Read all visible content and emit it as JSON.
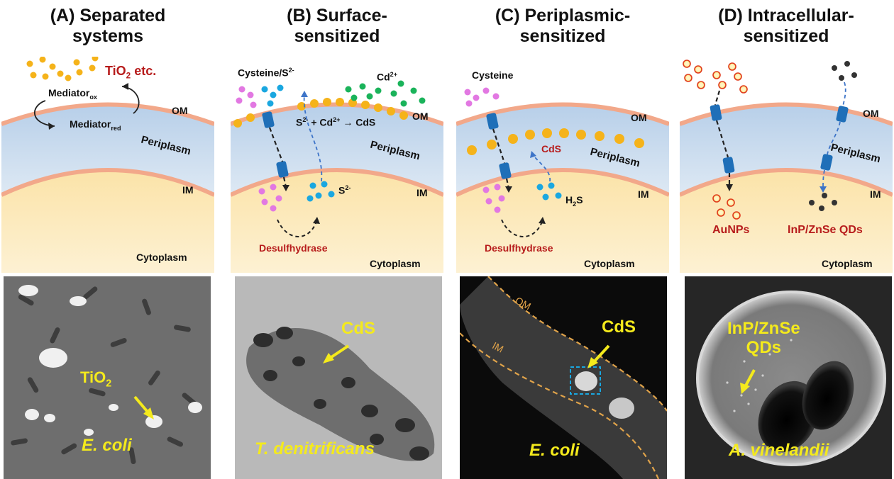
{
  "panels": [
    {
      "title_line1": "(A) Separated",
      "title_line2": "systems",
      "particle_label": "TiO",
      "particle_label_sub": "2",
      "particle_label_tail": " etc.",
      "mediator_ox": "Mediator",
      "mediator_ox_sub": "ox",
      "mediator_red": "Mediator",
      "mediator_red_sub": "red",
      "om": "OM",
      "periplasm": "Periplasm",
      "im": "IM",
      "cytoplasm": "Cytoplasm",
      "photo_arrow_label": "TiO",
      "photo_arrow_label_sub": "2",
      "photo_species": "E. coli"
    },
    {
      "title_line1": "(B) Surface-",
      "title_line2": "sensitized",
      "substrate_label": "Cysteine/S",
      "substrate_label_sup": "2-",
      "metal_label": "Cd",
      "metal_label_sup": "2+",
      "reaction_a": "S",
      "reaction_a_sup": "2-",
      "reaction_b": " + Cd",
      "reaction_b_sup": "2+",
      "reaction_c": " → CdS",
      "om": "OM",
      "periplasm": "Periplasm",
      "im": "IM",
      "product_label": "S",
      "product_label_sup": "2-",
      "enzyme": "Desulfhydrase",
      "cytoplasm": "Cytoplasm",
      "photo_arrow_label": "CdS",
      "photo_species": "T. denitrificans"
    },
    {
      "title_line1": "(C) Periplasmic-",
      "title_line2": "sensitized",
      "substrate_label": "Cysteine",
      "om": "OM",
      "particle_label": "CdS",
      "periplasm": "Periplasm",
      "im": "IM",
      "product_label": "H",
      "product_label_sub": "2",
      "product_label_tail": "S",
      "enzyme": "Desulfhydrase",
      "cytoplasm": "Cytoplasm",
      "photo_om": "OM",
      "photo_im": "IM",
      "photo_arrow_label": "CdS",
      "photo_species": "E. coli"
    },
    {
      "title_line1": "(D) Intracellular-",
      "title_line2": "sensitized",
      "om": "OM",
      "periplasm": "Periplasm",
      "im": "IM",
      "product_a": "AuNPs",
      "product_b": "InP/ZnSe QDs",
      "cytoplasm": "Cytoplasm",
      "photo_arrow_label_line1": "InP/ZnSe",
      "photo_arrow_label_line2": "QDs",
      "photo_species": "A. vinelandii"
    }
  ],
  "colors": {
    "outer_membrane": "#f2a88a",
    "periplasm_top": "#c9dcef",
    "cytoplasm": "#fbe7b3",
    "label_red": "#b71c1c",
    "photo_label_yellow": "#f4ea1c",
    "particle_orange": "#f5b31a",
    "particle_pink": "#e278e2",
    "particle_cyan": "#1aa7e0",
    "particle_green": "#1ab35a",
    "particle_dark": "#333333",
    "transporter": "#1f6fb8"
  }
}
